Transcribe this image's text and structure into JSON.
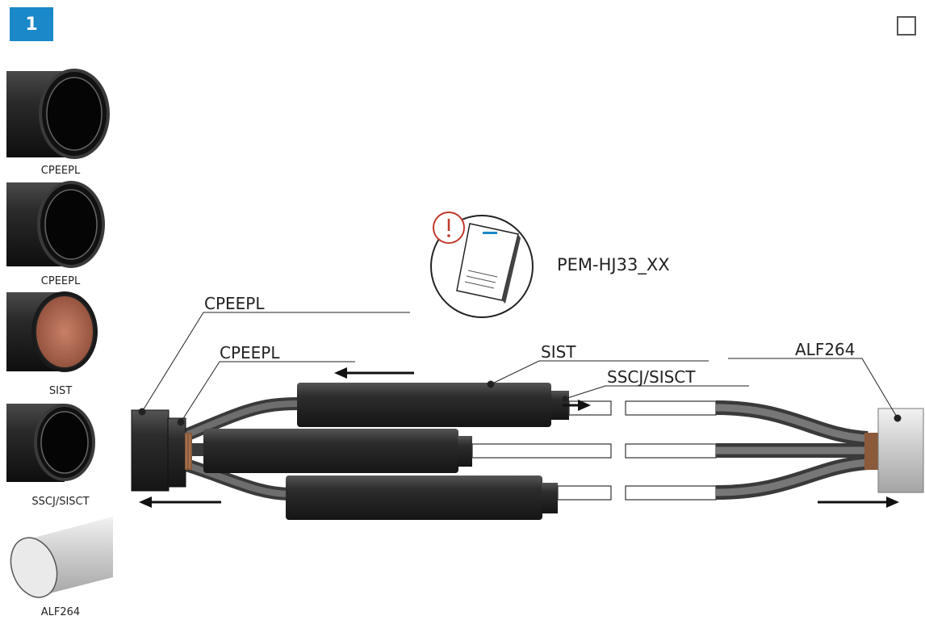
{
  "step": {
    "number": "1"
  },
  "materials": [
    {
      "label": "CPEEPL",
      "style": "black"
    },
    {
      "label": "CPEEPL",
      "style": "black"
    },
    {
      "label": "SIST",
      "style": "copper"
    },
    {
      "label": "SSCJ/SISCT",
      "style": "black"
    },
    {
      "label": "ALF264",
      "style": "silver"
    }
  ],
  "callouts": {
    "outer_cap": "CPEEPL",
    "inner_cap": "CPEEPL",
    "sleeve": "SIST",
    "core_tube": "SSCJ/SISCT",
    "shield": "ALF264"
  },
  "manual": {
    "reference": "PEM-HJ33_XX",
    "warning_icon": "exclamation-icon"
  },
  "colors": {
    "accent": "#1b88c9",
    "warning": "#c0392b",
    "copper": "#b06a50"
  }
}
